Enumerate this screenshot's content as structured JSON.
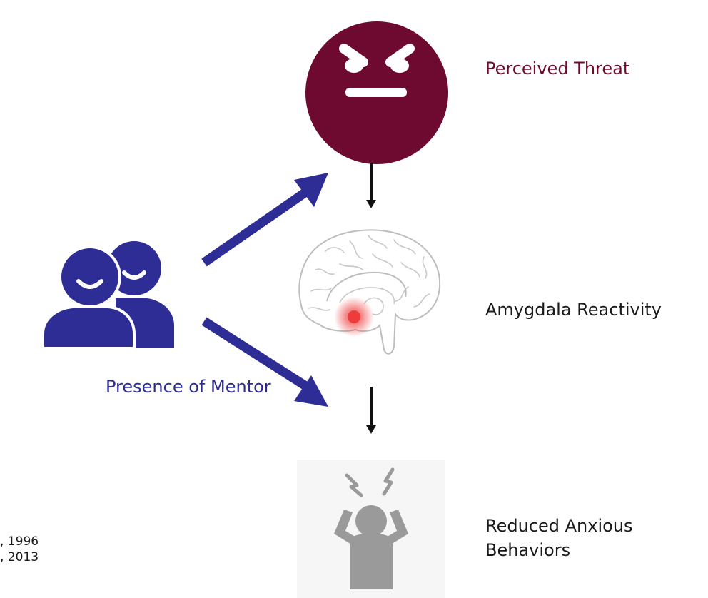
{
  "colors": {
    "threat": "#6e0a30",
    "mentor": "#2d2d95",
    "arrow_dark": "#111111",
    "brain_line": "#bdbdbd",
    "amygdala_glow": "#ee3b3b",
    "person_gray": "#9a9a9a"
  },
  "icons": {
    "threat": "angry-face-icon",
    "mentor": "two-people-icon",
    "brain": "brain-sagittal-icon",
    "anxious": "stressed-person-icon"
  },
  "nodes": {
    "threat_label": "Perceived Threat",
    "amygdala_label": "Amygdala Reactivity",
    "anxious_label_line1": "Reduced Anxious",
    "anxious_label_line2": "Behaviors",
    "mentor_label": "Presence of Mentor"
  },
  "citations": [
    ", 1996",
    ", 2013"
  ]
}
